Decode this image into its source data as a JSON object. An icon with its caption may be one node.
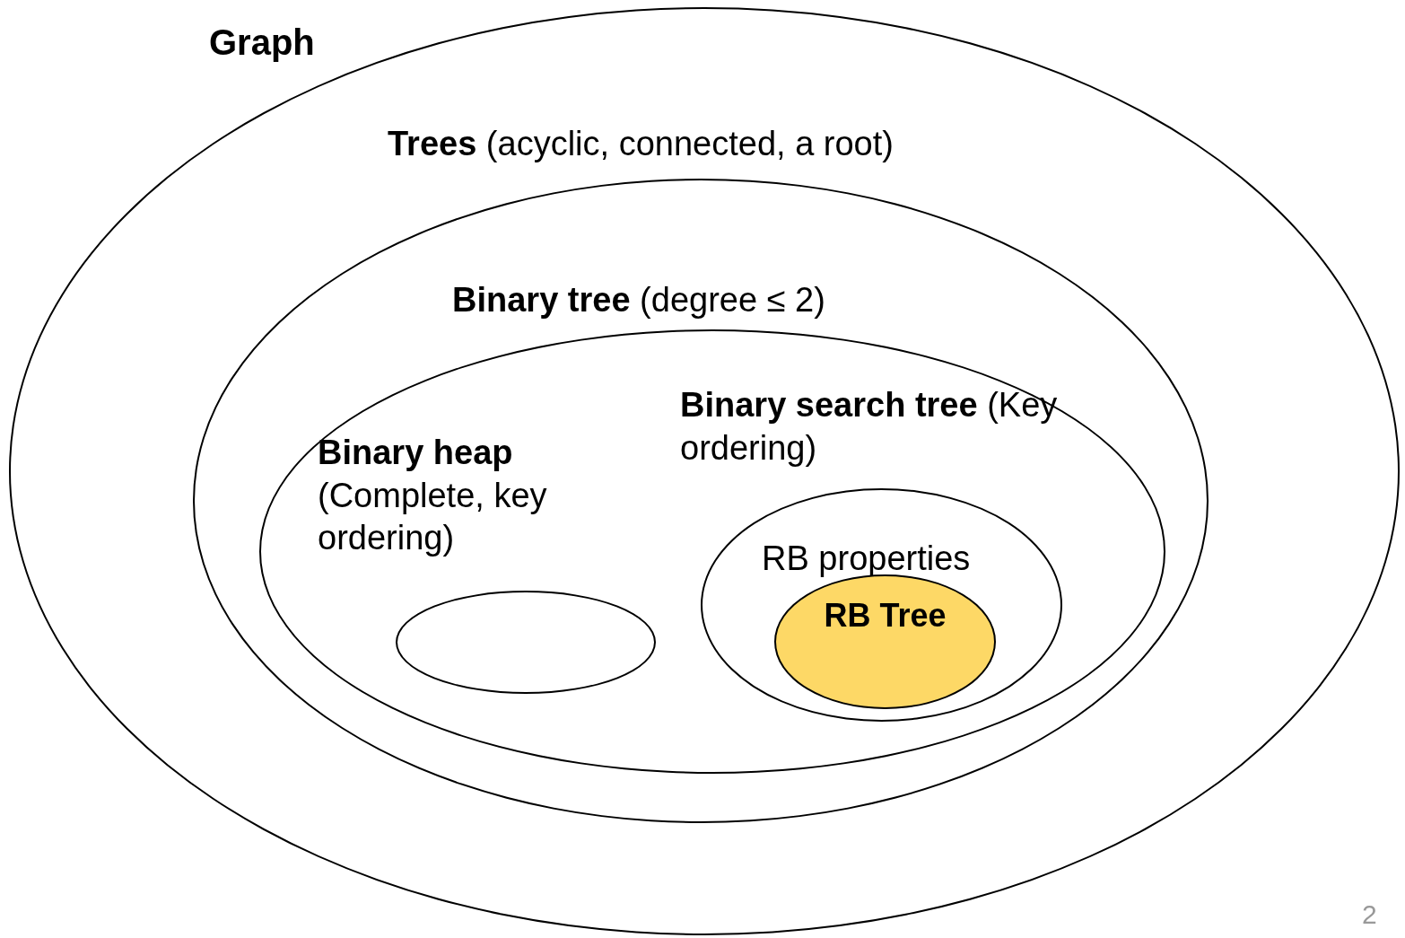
{
  "diagram": {
    "nodes": [
      {
        "text": [
          "Graph"
        ]
      },
      {
        "text": [
          "**Trees** (acyclic, connected, a root)"
        ],
        "in": 0
      },
      {
        "text": [
          "**Binary tree** (degree ≤ 2)"
        ],
        "in": 1
      },
      {
        "text": [
          "**Binary heap** (Complete, key ordering)"
        ],
        "in": 2
      },
      {
        "text": [
          "RB properties"
        ],
        "in": 2
      },
      {
        "text": [
          "RB Tree"
        ],
        "in": 4
      }
    ],
    "labels": [
      "**Binary search tree** (Key ordering)",
      "2"
    ]
  }
}
